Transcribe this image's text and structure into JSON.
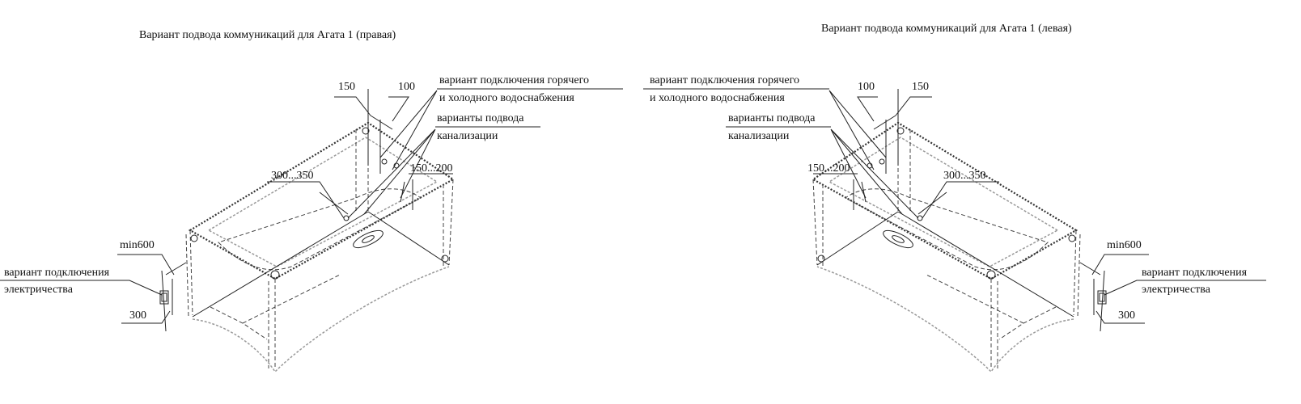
{
  "right_variant": {
    "title": "Вариант подвода коммуникаций для Агата 1 (правая)",
    "dim_150": "150",
    "dim_100": "100",
    "water_label_1": "вариант подключения горячего",
    "water_label_2": "и холодного водоснабжения",
    "drain_label_1": "варианты подвода",
    "drain_label_2": "канализации",
    "dim_150_200": "150...200",
    "dim_300_350": "300...350",
    "dim_min600": "min600",
    "electric_label_1": "вариант подключения",
    "electric_label_2": "электричества",
    "dim_300": "300"
  },
  "left_variant": {
    "title": "Вариант подвода коммуникаций для Агата 1 (левая)",
    "dim_150": "150",
    "dim_100": "100",
    "water_label_1": "вариант подключения горячего",
    "water_label_2": "и холодного водоснабжения",
    "drain_label_1": "варианты подвода",
    "drain_label_2": "канализации",
    "dim_150_200": "150...200",
    "dim_300_350": "300...350",
    "dim_min600": "min600",
    "electric_label_1": "вариант подключения",
    "electric_label_2": "электричества",
    "dim_300": "300"
  }
}
